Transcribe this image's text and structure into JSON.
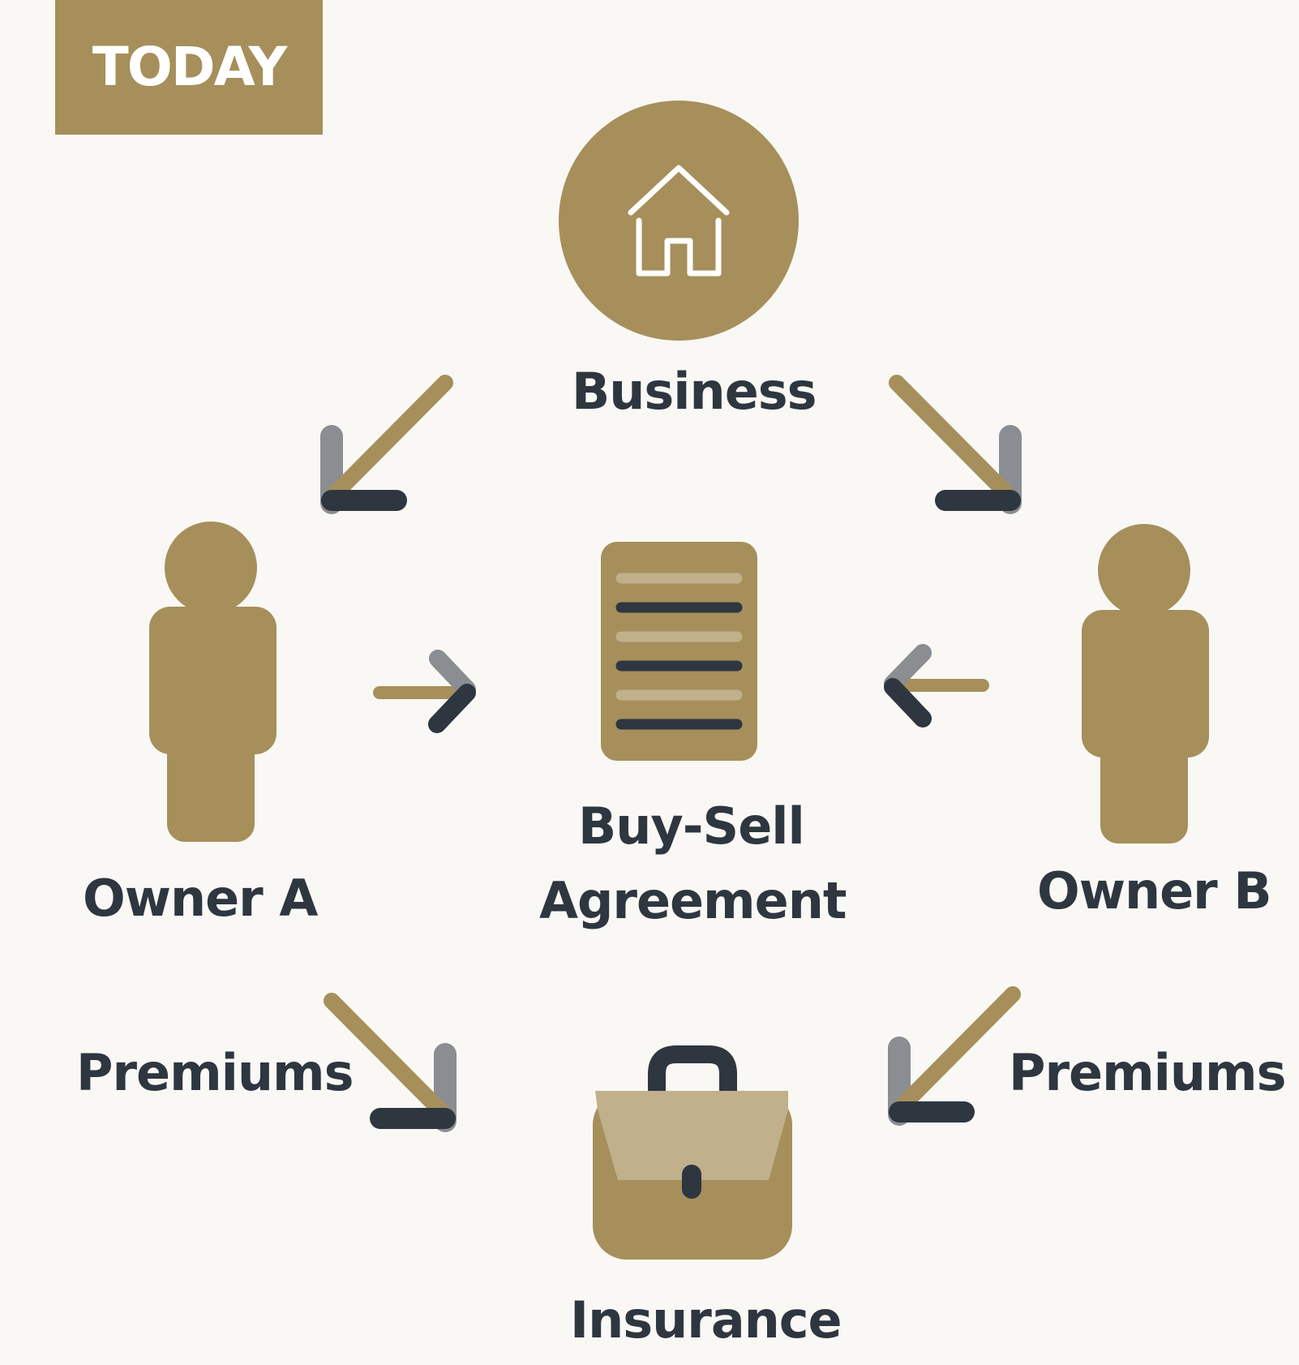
{
  "badge": {
    "label": "TODAY"
  },
  "nodes": {
    "business": {
      "label": "Business",
      "icon": "house-icon"
    },
    "owner_a": {
      "label": "Owner A",
      "icon": "person-icon"
    },
    "owner_b": {
      "label": "Owner B",
      "icon": "person-icon"
    },
    "agreement": {
      "label_line1": "Buy-Sell",
      "label_line2": "Agreement",
      "icon": "document-icon"
    },
    "insurance": {
      "label": "Insurance",
      "icon": "briefcase-icon"
    }
  },
  "edges": [
    {
      "from": "business",
      "to": "owner_a"
    },
    {
      "from": "business",
      "to": "owner_b"
    },
    {
      "from": "owner_a",
      "to": "agreement"
    },
    {
      "from": "owner_b",
      "to": "agreement"
    },
    {
      "from": "owner_a",
      "to": "insurance",
      "label": "Premiums"
    },
    {
      "from": "owner_b",
      "to": "insurance",
      "label": "Premiums"
    }
  ],
  "colors": {
    "gold": "#a68f5b",
    "light_gold": "#c0b08c",
    "dark": "#2e3640",
    "gray": "#8a8d92",
    "background": "#f9f8f4"
  }
}
